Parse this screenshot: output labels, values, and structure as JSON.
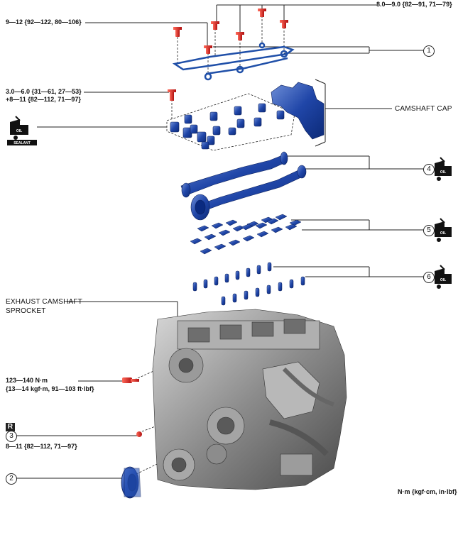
{
  "torque_specs": {
    "top_bolts": "8.0—9.0 {82—91, 71—79}",
    "cover_bolts": "9—12 {92—122, 80—106}",
    "cap_bolt_line1": "3.0—6.0 {31—61, 27—53}",
    "cap_bolt_line2": "+8—11 {82—112, 71—97}",
    "sprocket_bolt_line1": "123—140 N·m",
    "sprocket_bolt_line2": "{13—14 kgf·m, 91—103 ft·lbf}",
    "item3_bolt": "8—11 {82—112, 71—97}"
  },
  "labels": {
    "camshaft_cap": "CAMSHAFT CAP",
    "exhaust_sprocket_line1": "EXHAUST CAMSHAFT",
    "exhaust_sprocket_line2": "SPROCKET",
    "units": "N·m {kgf·cm, in·lbf}",
    "oil": "OIL",
    "sealant": "SEALANT",
    "replace_mark": "R"
  },
  "callouts": [
    "1",
    "2",
    "3",
    "4",
    "5",
    "6"
  ],
  "colors": {
    "part_blue": "#1f4fa8",
    "bolt_red": "#d8201c",
    "engine_gray": "#8a8a8a"
  }
}
